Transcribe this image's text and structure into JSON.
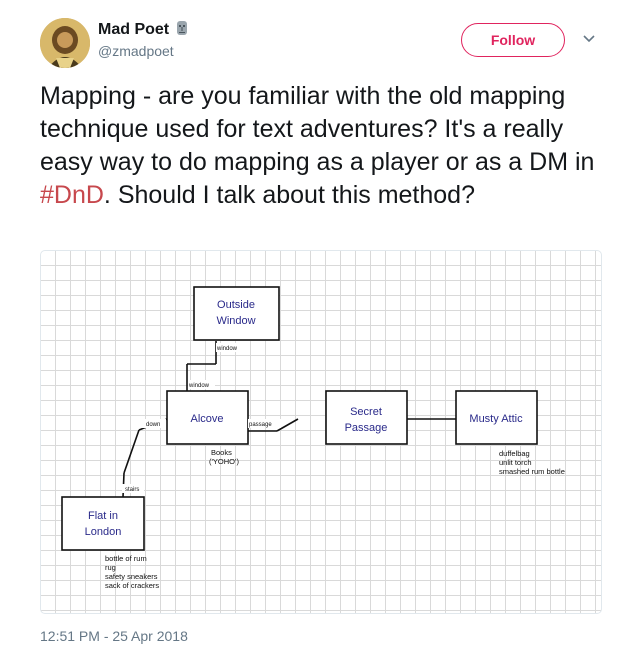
{
  "tweet": {
    "author_name": "Mad Poet",
    "author_handle": "@zmadpoet",
    "follow_label": "Follow",
    "text_before": "Mapping - are you familiar with the old mapping technique used for text adventures? It's a really easy way to do mapping as a player or as a DM in ",
    "hashtag": "#DnD",
    "text_after": ". Should I talk about this method?",
    "timestamp": "12:51 PM - 25 Apr 2018"
  },
  "map": {
    "rooms": {
      "outside_window": [
        "Outside",
        "Window"
      ],
      "alcove": "Alcove",
      "secret_passage": [
        "Secret",
        "Passage"
      ],
      "musty_attic": "Musty Attic",
      "flat_in_london": [
        "Flat in",
        "London"
      ]
    },
    "exits": {
      "window_top": "window",
      "window_bottom": "window",
      "down": "down",
      "passage": "passage",
      "stairs": "stairs"
    },
    "alcove_items": [
      "Books",
      "('YOHO')"
    ],
    "attic_items": [
      "duffelbag",
      "unlit torch",
      "smashed rum bottle"
    ],
    "flat_items": [
      "bottle of rum",
      "rug",
      "safety sneakers",
      "sack of crackers"
    ]
  },
  "colors": {
    "follow": "#e0245e",
    "hashtag": "#c7484d",
    "room_text": "#2a2a8a"
  }
}
